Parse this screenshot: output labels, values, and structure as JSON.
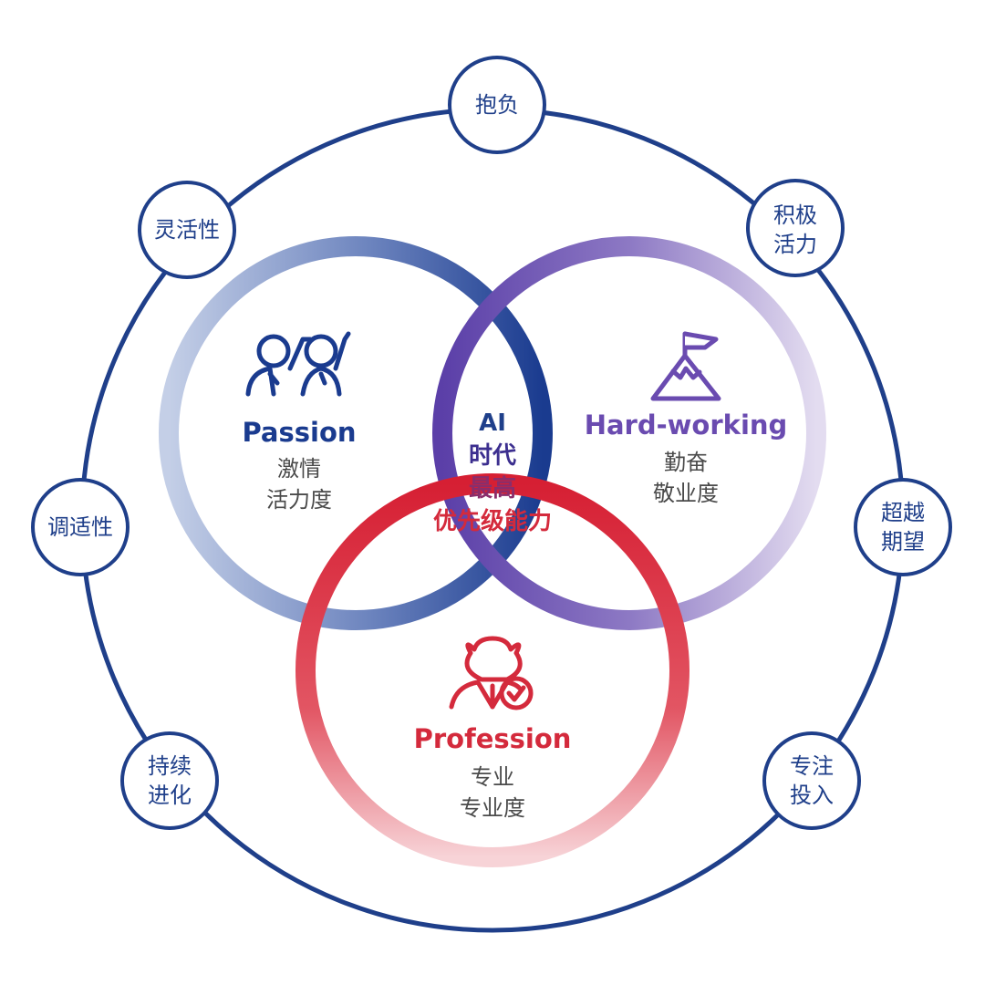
{
  "outer_ring": {
    "nodes": [
      {
        "id": "top",
        "lines": [
          "抱负"
        ]
      },
      {
        "id": "top-right",
        "lines": [
          "积极",
          "活力"
        ]
      },
      {
        "id": "right",
        "lines": [
          "超越",
          "期望"
        ]
      },
      {
        "id": "bottom-right",
        "lines": [
          "专注",
          "投入"
        ]
      },
      {
        "id": "bottom-left",
        "lines": [
          "持续",
          "进化"
        ]
      },
      {
        "id": "left",
        "lines": [
          "调适性"
        ]
      },
      {
        "id": "top-left",
        "lines": [
          "灵活性"
        ]
      }
    ]
  },
  "venn": {
    "passion": {
      "title": "Passion",
      "subtitle_1": "激情",
      "subtitle_2": "活力度",
      "icon": "two-people-celebrating-icon",
      "color": "#1a3b8f"
    },
    "hardworking": {
      "title": "Hard-working",
      "subtitle_1": "勤奋",
      "subtitle_2": "敬业度",
      "icon": "mountain-flag-icon",
      "color": "#6a4bb0"
    },
    "profession": {
      "title": "Profession",
      "subtitle_1": "专业",
      "subtitle_2": "专业度",
      "icon": "person-check-icon",
      "color": "#d42a3c"
    },
    "center": {
      "line_1": "AI",
      "line_2": "时代",
      "line_3": "最高",
      "line_4": "优先级能力"
    }
  },
  "colors": {
    "navy": "#1f3f8a",
    "purple": "#6a4bb0",
    "red": "#d42a3c"
  }
}
